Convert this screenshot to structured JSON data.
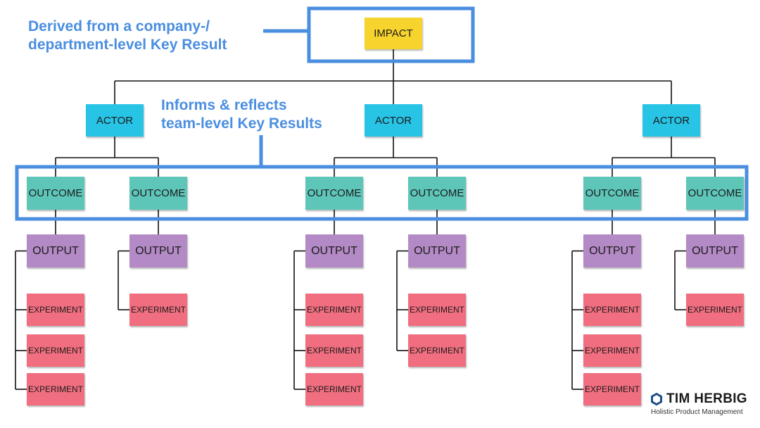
{
  "callouts": {
    "impact_note": [
      "Derived from a company-/",
      "department-level Key Result"
    ],
    "outcome_note": [
      "Informs & reflects",
      "team-level Key Results"
    ]
  },
  "nodes": {
    "impact": "IMPACT",
    "actor": "ACTOR",
    "outcome": "OUTCOME",
    "output": "OUTPUT",
    "experiment": "EXPERIMENT"
  },
  "structure": [
    {
      "outcomes": [
        {
          "experiments": 3
        },
        {
          "experiments": 1
        }
      ]
    },
    {
      "outcomes": [
        {
          "experiments": 3
        },
        {
          "experiments": 2
        }
      ]
    },
    {
      "outcomes": [
        {
          "experiments": 3
        },
        {
          "experiments": 1
        }
      ]
    }
  ],
  "brand": {
    "name": "TIM HERBIG",
    "tagline": "Holistic Product Management",
    "logo_icon": "hexagon-outline-icon"
  },
  "colors": {
    "impact": "#f6d32d",
    "actor": "#27c4e6",
    "outcome": "#5ec6b9",
    "output": "#b48ac6",
    "experiment": "#f06e7f",
    "highlight": "#4a8ee0"
  }
}
